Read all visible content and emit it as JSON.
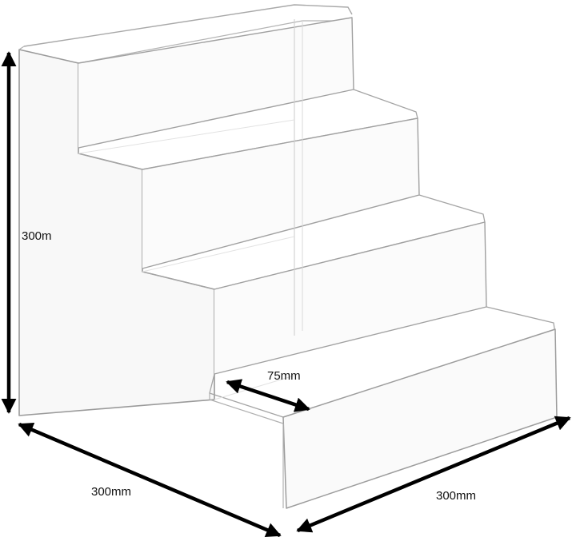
{
  "product": "acrylic 4-tier step display riser",
  "colors": {
    "acrylic_edge": "#9a9a9a",
    "acrylic_fill": "#f7f7f7",
    "dimension_arrow": "#000000",
    "text": "#111111"
  },
  "dimensions": {
    "height": "300m",
    "step_depth": "75mm",
    "side_depth": "300mm",
    "front_width": "300mm"
  },
  "tiers": 4
}
